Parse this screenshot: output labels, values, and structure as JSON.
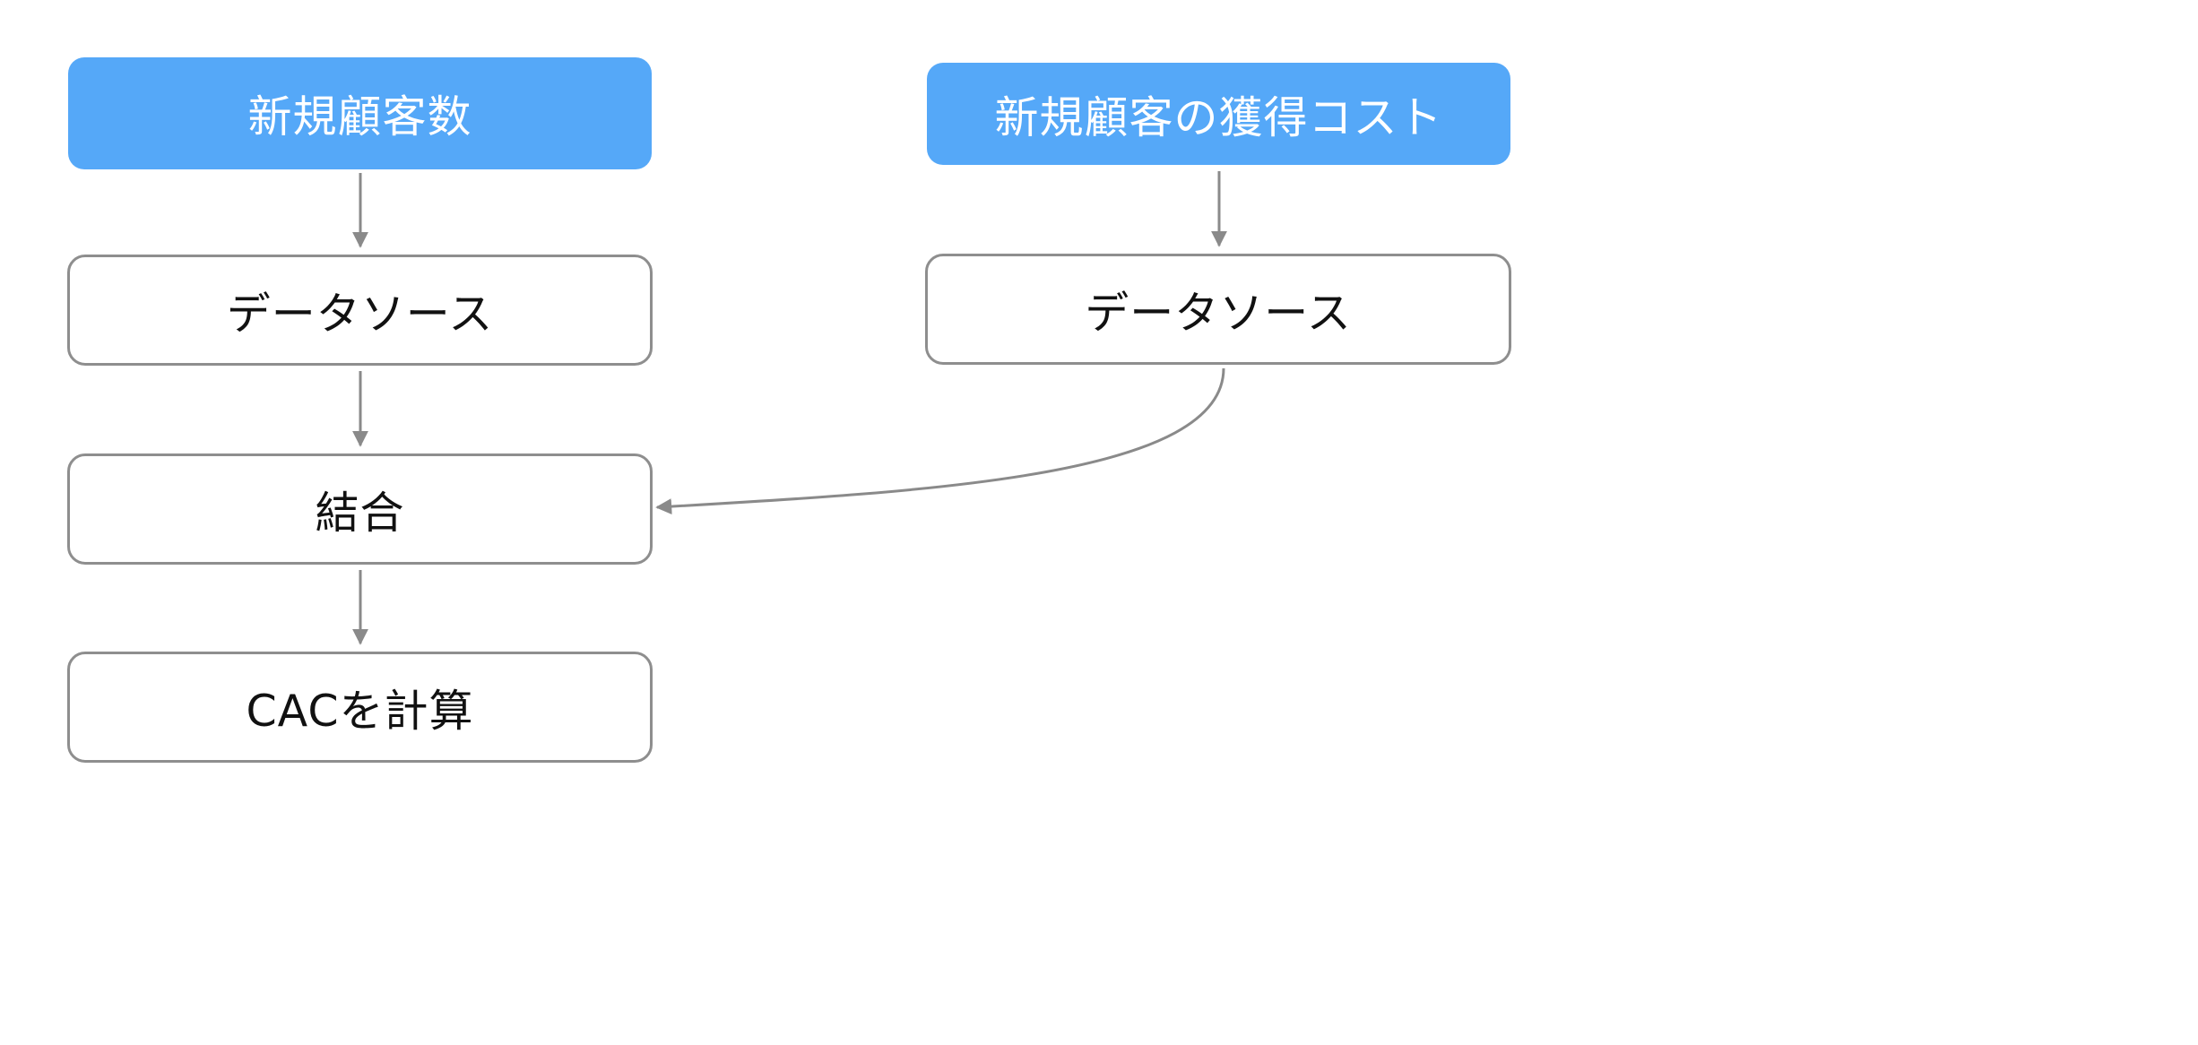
{
  "diagram": {
    "nodes": {
      "new_customers": "新規顧客数",
      "acquisition_cost": "新規顧客の獲得コスト",
      "source_left": "データソース",
      "source_right": "データソース",
      "join": "結合",
      "calc_cac": "CACを計算"
    },
    "edges": [
      {
        "from": "new_customers",
        "to": "source_left"
      },
      {
        "from": "source_left",
        "to": "join"
      },
      {
        "from": "join",
        "to": "calc_cac"
      },
      {
        "from": "acquisition_cost",
        "to": "source_right"
      },
      {
        "from": "source_right",
        "to": "join"
      }
    ]
  },
  "colors": {
    "primary_node_fill": "#55a8f8",
    "node_border": "#8e8e8e",
    "edge": "#8a8a8a"
  }
}
